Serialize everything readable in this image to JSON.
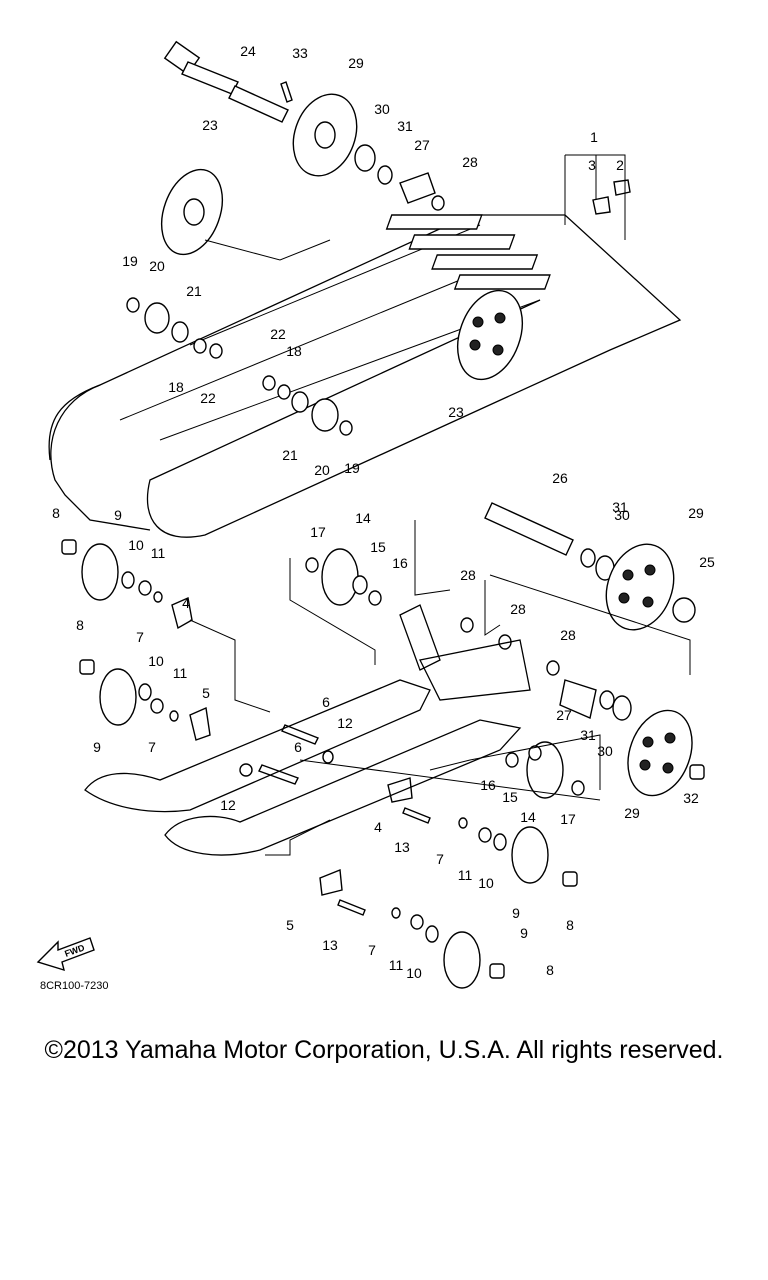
{
  "diagram": {
    "part_numbers": [
      "1",
      "2",
      "3",
      "4",
      "4",
      "5",
      "5",
      "6",
      "6",
      "7",
      "7",
      "7",
      "7",
      "8",
      "8",
      "8",
      "8",
      "9",
      "9",
      "9",
      "9",
      "10",
      "10",
      "10",
      "10",
      "11",
      "11",
      "11",
      "11",
      "12",
      "12",
      "13",
      "13",
      "14",
      "14",
      "15",
      "15",
      "16",
      "16",
      "17",
      "17",
      "18",
      "18",
      "19",
      "19",
      "20",
      "20",
      "21",
      "21",
      "22",
      "22",
      "23",
      "23",
      "24",
      "25",
      "26",
      "27",
      "27",
      "28",
      "28",
      "28",
      "28",
      "29",
      "29",
      "29",
      "30",
      "30",
      "30",
      "31",
      "31",
      "31",
      "32",
      "33"
    ],
    "fwd_label": "FWD",
    "figure_code": "8CR100-7230"
  },
  "footer": {
    "copyright": "©2013 Yamaha Motor Corporation, U.S.A. All rights reserved."
  }
}
